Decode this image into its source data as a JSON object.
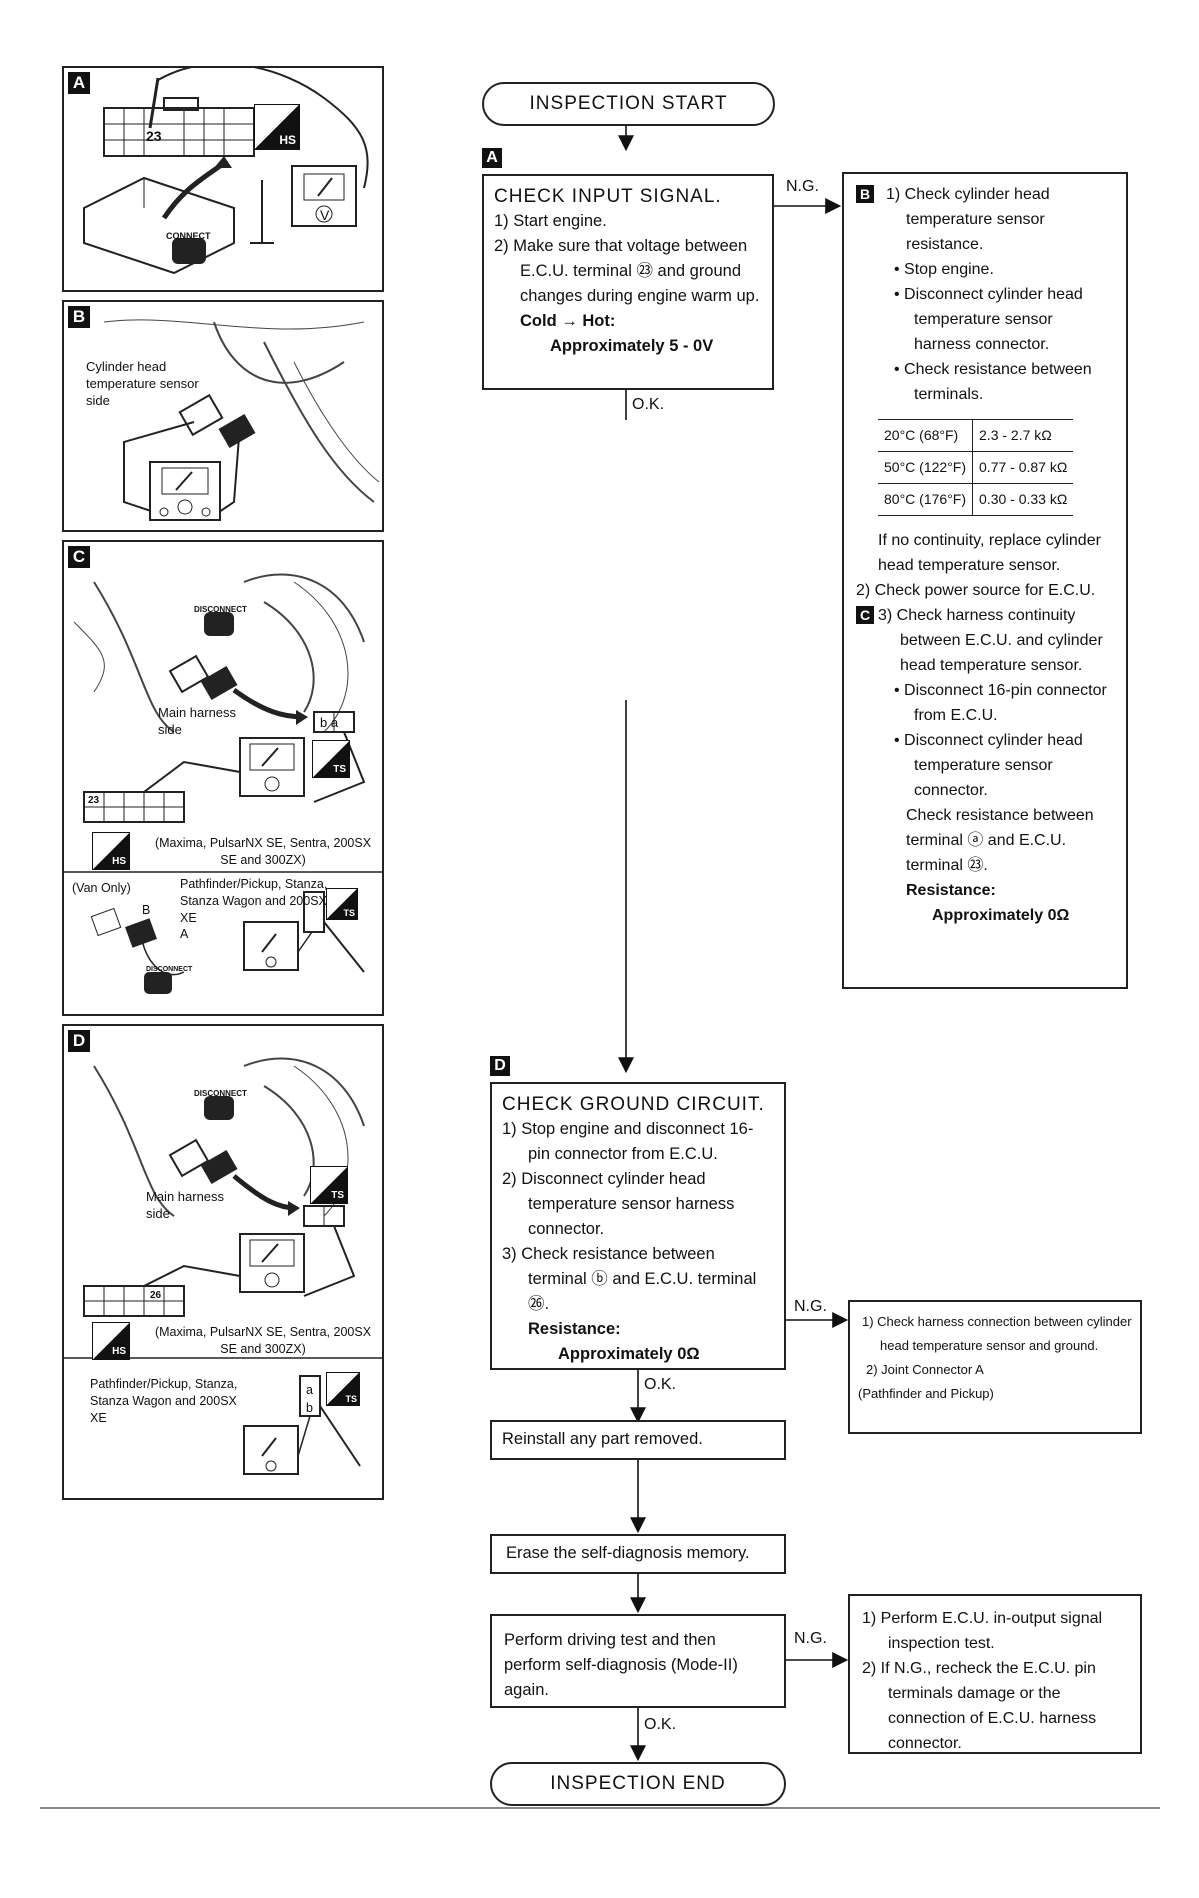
{
  "flow": {
    "start": "INSPECTION START",
    "end": "INSPECTION END",
    "ng": "N.G.",
    "ok": "O.K.",
    "step_a_tag": "A",
    "step_a_title": "CHECK INPUT SIGNAL.",
    "step_a_lines": [
      "1) Start engine.",
      "2) Make sure that voltage between E.C.U. terminal ㉓ and ground changes during engine warm up."
    ],
    "step_a_cold_hot": "Cold → Hot:",
    "step_a_value": "Approximately 5 - 0V",
    "ng_b_tag": "B",
    "ng_b_1": "1) Check cylinder head temperature sensor resistance.",
    "ng_b_bullets": [
      "Stop engine.",
      "Disconnect cylinder head temperature sensor harness connector.",
      "Check resistance between terminals."
    ],
    "resistance_table": [
      {
        "temp": "20°C (68°F)",
        "value": "2.3 - 2.7 kΩ"
      },
      {
        "temp": "50°C (122°F)",
        "value": "0.77 - 0.87 kΩ"
      },
      {
        "temp": "80°C (176°F)",
        "value": "0.30 - 0.33 kΩ"
      }
    ],
    "ng_b_if": "If no continuity, replace cylinder head temperature sensor.",
    "ng_b_2": "2) Check power source for E.C.U.",
    "ng_c_tag": "C",
    "ng_c_3": "3) Check harness continuity between E.C.U. and cylinder head temperature sensor.",
    "ng_c_bullets": [
      "Disconnect 16-pin connector from E.C.U.",
      "Disconnect cylinder head temperature sensor connector."
    ],
    "ng_c_check": "Check resistance between terminal ⓐ and E.C.U. terminal ㉓.",
    "ng_c_res_label": "Resistance:",
    "ng_c_res_value": "Approximately 0Ω",
    "step_d_tag": "D",
    "step_d_title": "CHECK GROUND CIRCUIT.",
    "step_d_lines": [
      "1) Stop engine and disconnect 16-pin connector from E.C.U.",
      "2) Disconnect cylinder head temperature sensor harness connector.",
      "3) Check resistance between terminal ⓑ and E.C.U. terminal ㉖."
    ],
    "step_d_res_label": "Resistance:",
    "step_d_res_value": "Approximately 0Ω",
    "ng_d_lines": [
      "1) Check harness connection between cylinder head temperature sensor and ground.",
      "2) Joint Connector A"
    ],
    "ng_d_note": "(Pathfinder and Pickup)",
    "reinstall": "Reinstall any part removed.",
    "erase": "Erase the self-diagnosis memory.",
    "drive_test": "Perform driving test and then perform self-diagnosis (Mode-II) again.",
    "ng_final_lines": [
      "1) Perform E.C.U. in-output signal inspection test.",
      "2) If N.G., recheck the E.C.U. pin terminals damage or the connection of E.C.U. harness connector."
    ]
  },
  "figures": {
    "a": {
      "tag": "A",
      "pin": "23",
      "connect": "CONNECT",
      "hs": "HS",
      "meter": "V"
    },
    "b": {
      "tag": "B",
      "label": "Cylinder head temperature sensor side"
    },
    "c": {
      "tag": "C",
      "disconnect": "DISCONNECT",
      "main_harness": "Main harness side",
      "pins": "b a",
      "ts": "TS",
      "hs": "HS",
      "pin": "23",
      "models_hs": "(Maxima, PulsarNX SE, Sentra, 200SX SE and 300ZX)",
      "van": "(Van Only)",
      "models_ts": "Pathfinder/Pickup, Stanza, Stanza Wagon and 200SX XE",
      "b_label": "B",
      "a_label": "A",
      "ts2": "TS",
      "disconnect2": "DISCONNECT"
    },
    "d": {
      "tag": "D",
      "disconnect": "DISCONNECT",
      "main_harness": "Main harness side",
      "ts": "TS",
      "pin": "26",
      "hs": "HS",
      "models_hs": "(Maxima, PulsarNX SE, Sentra, 200SX SE and 300ZX)",
      "models_ts": "Pathfinder/Pickup, Stanza, Stanza Wagon and 200SX XE",
      "ts2": "TS",
      "a_label": "a",
      "b_label": "b"
    }
  }
}
